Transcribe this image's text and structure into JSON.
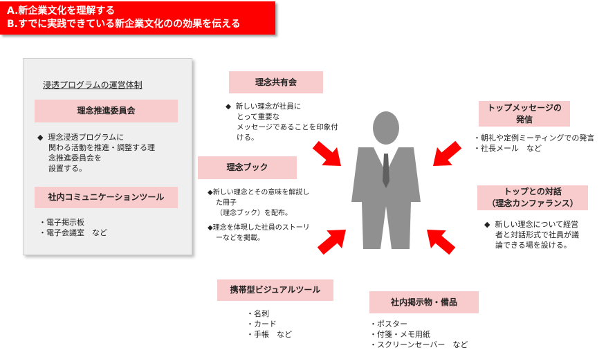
{
  "banner": {
    "line1": "A.新企業文化を理解する",
    "line2": "B.すでに実践できている新企業文化のの効果を伝える"
  },
  "panel": {
    "title": "浸透プログラムの運営体制",
    "committee": {
      "header": "理念推進委員会",
      "lines": [
        "関わる活動を推進・調整する理",
        "念推進委員会を",
        "設置する。"
      ],
      "first_line": "理念浸透プログラムに"
    },
    "tools": {
      "header": "社内コミュニケーションツール",
      "lines": [
        "・電子掲示板",
        "・電子会議室　など"
      ]
    }
  },
  "items": {
    "sharing": {
      "header": "理念共有会",
      "first_line": "新しい理念が社員に",
      "lines": [
        "とって重要な",
        "メッセージであることを印象付",
        "ける。"
      ]
    },
    "book": {
      "header": "理念ブック",
      "lines": [
        "◆新しい理念とその意味を解説し",
        "た冊子",
        "（理念ブック）を配布。",
        "",
        "◆理念を体現した社員のストーリ",
        "ーなどを掲載。"
      ]
    },
    "mobile": {
      "header": "携帯型ビジュアルツール",
      "lines": [
        "・名刺",
        "・カード",
        "・手帳　など"
      ]
    },
    "board": {
      "header": "社内掲示物・備品",
      "lines": [
        "・ポスター",
        "・付箋・メモ用紙",
        "・スクリーンセーバー　など"
      ]
    },
    "top_message": {
      "header_line1": "トップメッセージの",
      "header_line2": "発信",
      "lines": [
        "・朝礼や定例ミーティングでの発言",
        "・社長メール　など"
      ]
    },
    "dialogue": {
      "header_line1": "トップとの対話",
      "header_line2": "（理念カンファランス）",
      "first_line": "新しい理念について経営",
      "lines": [
        "者と対話形式で社員が議",
        "論できる場を設ける。"
      ]
    }
  },
  "bullet_glyph": "◆",
  "colors": {
    "banner": "#ff0000",
    "header_fill": "#f8cccc",
    "arrow": "#ff0000",
    "person": "#909090"
  },
  "icons": {
    "person": "businessman-icon",
    "arrow": "red-arrow-icon"
  }
}
